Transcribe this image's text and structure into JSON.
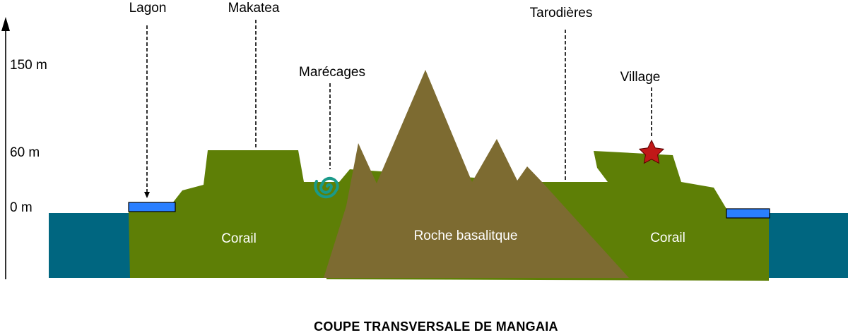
{
  "title": "COUPE TRANSVERSALE DE MANGAIA",
  "axis": {
    "ticks": [
      "150 m",
      "60 m",
      "0 m"
    ]
  },
  "labels": {
    "lagon": "Lagon",
    "makatea": "Makatea",
    "marecages": "Marécages",
    "tarodieres": "Tarodières",
    "village": "Village"
  },
  "regions": {
    "corail_left": "Corail",
    "roche": "Roche basalitque",
    "corail_right": "Corail"
  },
  "colors": {
    "sea": "#006680",
    "coral": "#5e7f06",
    "basalt": "#7d6b31",
    "lagoon": "#2a7fff",
    "swamp_spiral": "#1a9a8a",
    "village_star": "#c01818"
  }
}
